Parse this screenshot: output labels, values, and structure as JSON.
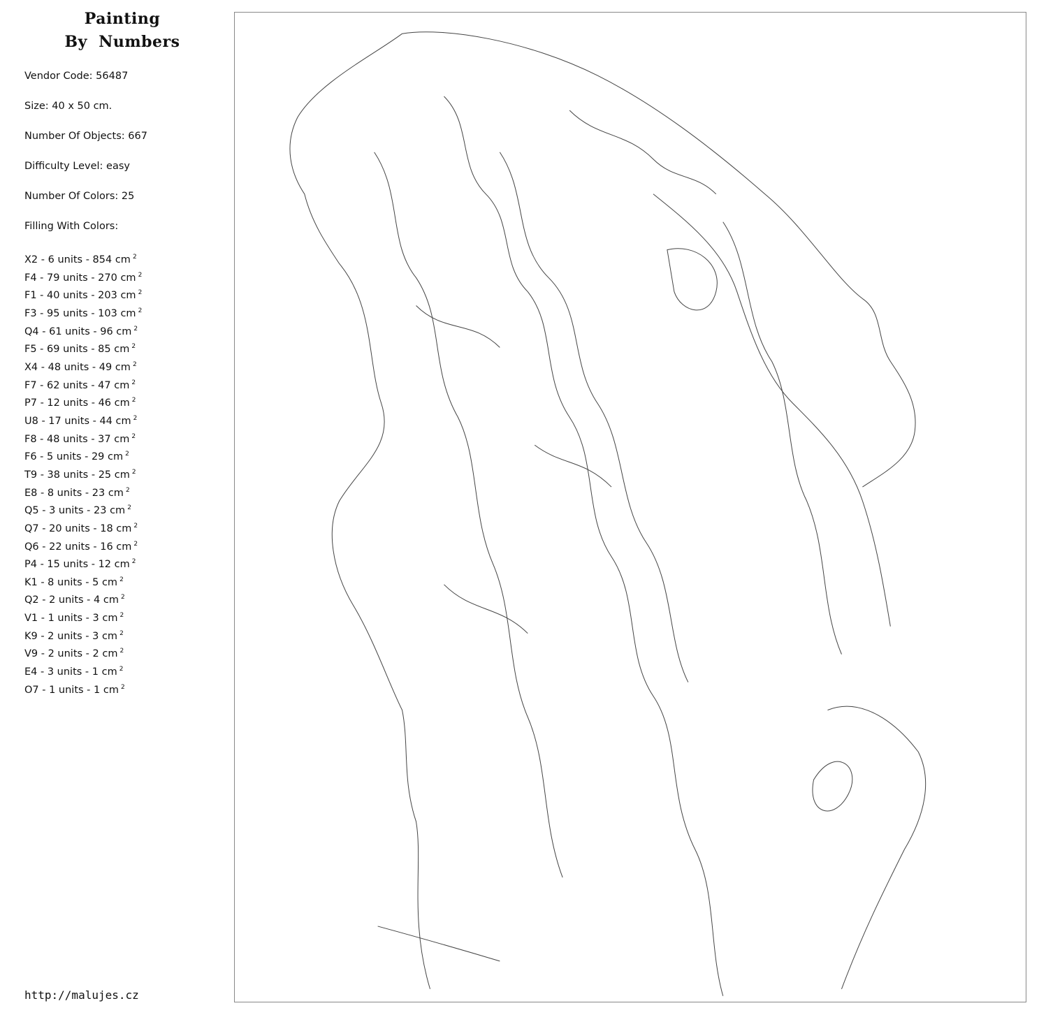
{
  "title": {
    "line1": "Painting",
    "line2": "By  Numbers"
  },
  "info": {
    "vendor_code": "Vendor Code: 56487",
    "size": "Size: 40 x 50 cm.",
    "objects": "Number Of Objects: 667",
    "difficulty": "Difficulty Level: easy",
    "colors_count": "Number Of Colors: 25",
    "filling_heading": "Filling With Colors:"
  },
  "colors": [
    "X2 - 6 units - 854 cm",
    "F4 - 79 units - 270 cm",
    "F1 - 40 units - 203 cm",
    "F3 - 95 units - 103 cm",
    "Q4 - 61 units - 96 cm",
    "F5 - 69 units - 85 cm",
    "X4 - 48 units - 49 cm",
    "F7 - 62 units - 47 cm",
    "P7 - 12 units - 46 cm",
    "U8 - 17 units - 44 cm",
    "F8 - 48 units - 37 cm",
    "F6 - 5 units - 29 cm",
    "T9 - 38 units - 25 cm",
    "E8 - 8 units - 23 cm",
    "Q5 - 3 units - 23 cm",
    "Q7 - 20 units - 18 cm",
    "Q6 - 22 units - 16 cm",
    "P4 - 15 units - 12 cm",
    "K1 - 8 units - 5 cm",
    "Q2 - 2 units - 4 cm",
    "V1 - 1 units - 3 cm",
    "K9 - 2 units - 3 cm",
    "V9 - 2 units - 2 cm",
    "E4 - 3 units - 1 cm",
    "O7 - 1 units - 1 cm"
  ],
  "unit_superscript": "2",
  "footer_url": "http://malujes.cz"
}
